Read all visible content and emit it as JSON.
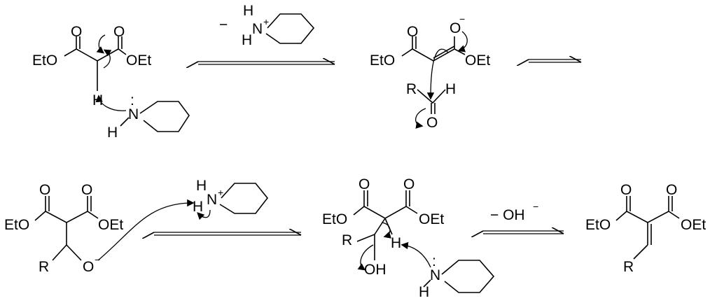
{
  "labels": {
    "eto": "EtO",
    "oet": "OEt",
    "o": "O",
    "h": "H",
    "n": "N",
    "r": "R",
    "oh": "OH",
    "plus": "+",
    "minus": "−",
    "lone_pair": ":",
    "minus_oh": "− OH",
    "oh_charge": "−"
  }
}
